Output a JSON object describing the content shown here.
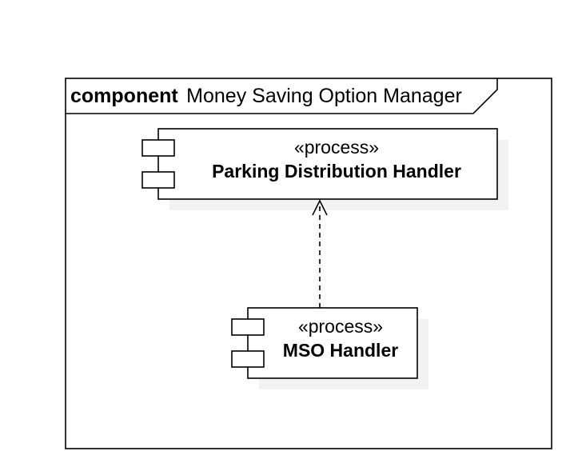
{
  "frame": {
    "keyword": "component",
    "name": "Money Saving Option Manager"
  },
  "components": [
    {
      "stereotype": "«process»",
      "name": "Parking Distribution Handler"
    },
    {
      "stereotype": "«process»",
      "name": "MSO Handler"
    }
  ],
  "dependency": {
    "from": "MSO Handler",
    "to": "Parking Distribution Handler",
    "style": "dashed-open-arrow"
  },
  "colors": {
    "stroke": "#000000",
    "shadow": "#f2f2f2",
    "background": "#ffffff"
  }
}
